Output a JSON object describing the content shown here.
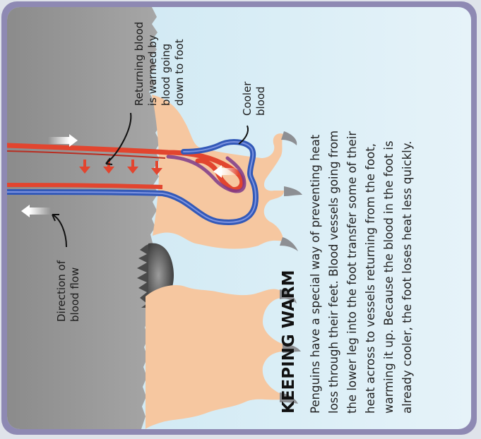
{
  "title": "KEEPING WARM",
  "body_lines": [
    "Penguins have a special way of preventing heat",
    "loss through their feet. Blood vessels going from",
    "the lower leg into the foot transfer some of their",
    "heat across to vessels returning from the foot,",
    "warming it up. Because the blood in the foot is",
    "already cooler, the foot loses heat less quickly."
  ],
  "labels": {
    "returning": [
      "Returning blood",
      "is warmed by",
      "blood going",
      "down to foot"
    ],
    "cooler": [
      "Cooler",
      "blood"
    ],
    "direction": [
      "Direction of",
      "blood flow"
    ]
  },
  "colors": {
    "artery": "#e2452f",
    "vein": "#3359b8",
    "feather": "#9a9a9a",
    "skin": "#f6c7a0",
    "claw": "#8d8f93",
    "frame": "#8e89b3"
  }
}
